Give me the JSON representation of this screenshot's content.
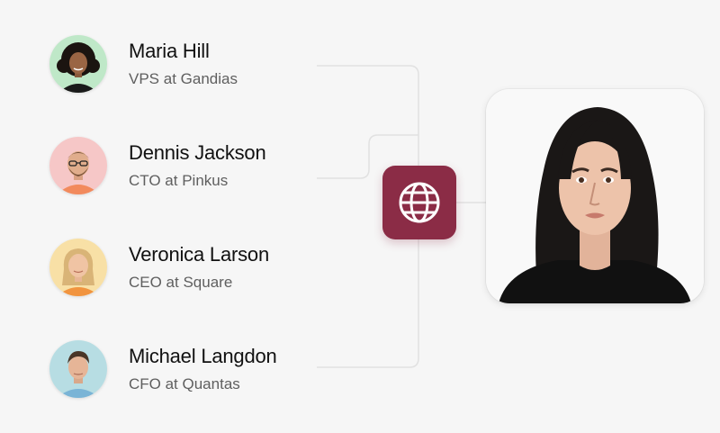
{
  "colors": {
    "hub": "#8b2c46",
    "connector": "#e1e1e1",
    "background": "#f6f6f6"
  },
  "hub": {
    "icon": "globe-icon"
  },
  "people": [
    {
      "name": "Maria Hill",
      "role": "VPS at Gandias",
      "avatar_bg": "#bfe8c8"
    },
    {
      "name": "Dennis Jackson",
      "role": "CTO at Pinkus",
      "avatar_bg": "#f6c7c7"
    },
    {
      "name": "Veronica Larson",
      "role": "CEO at Square",
      "avatar_bg": "#f8e0a6"
    },
    {
      "name": "Michael Langdon",
      "role": "CFO at Quantas",
      "avatar_bg": "#b7dde3"
    }
  ],
  "featured": {
    "image": "portrait-photo"
  }
}
